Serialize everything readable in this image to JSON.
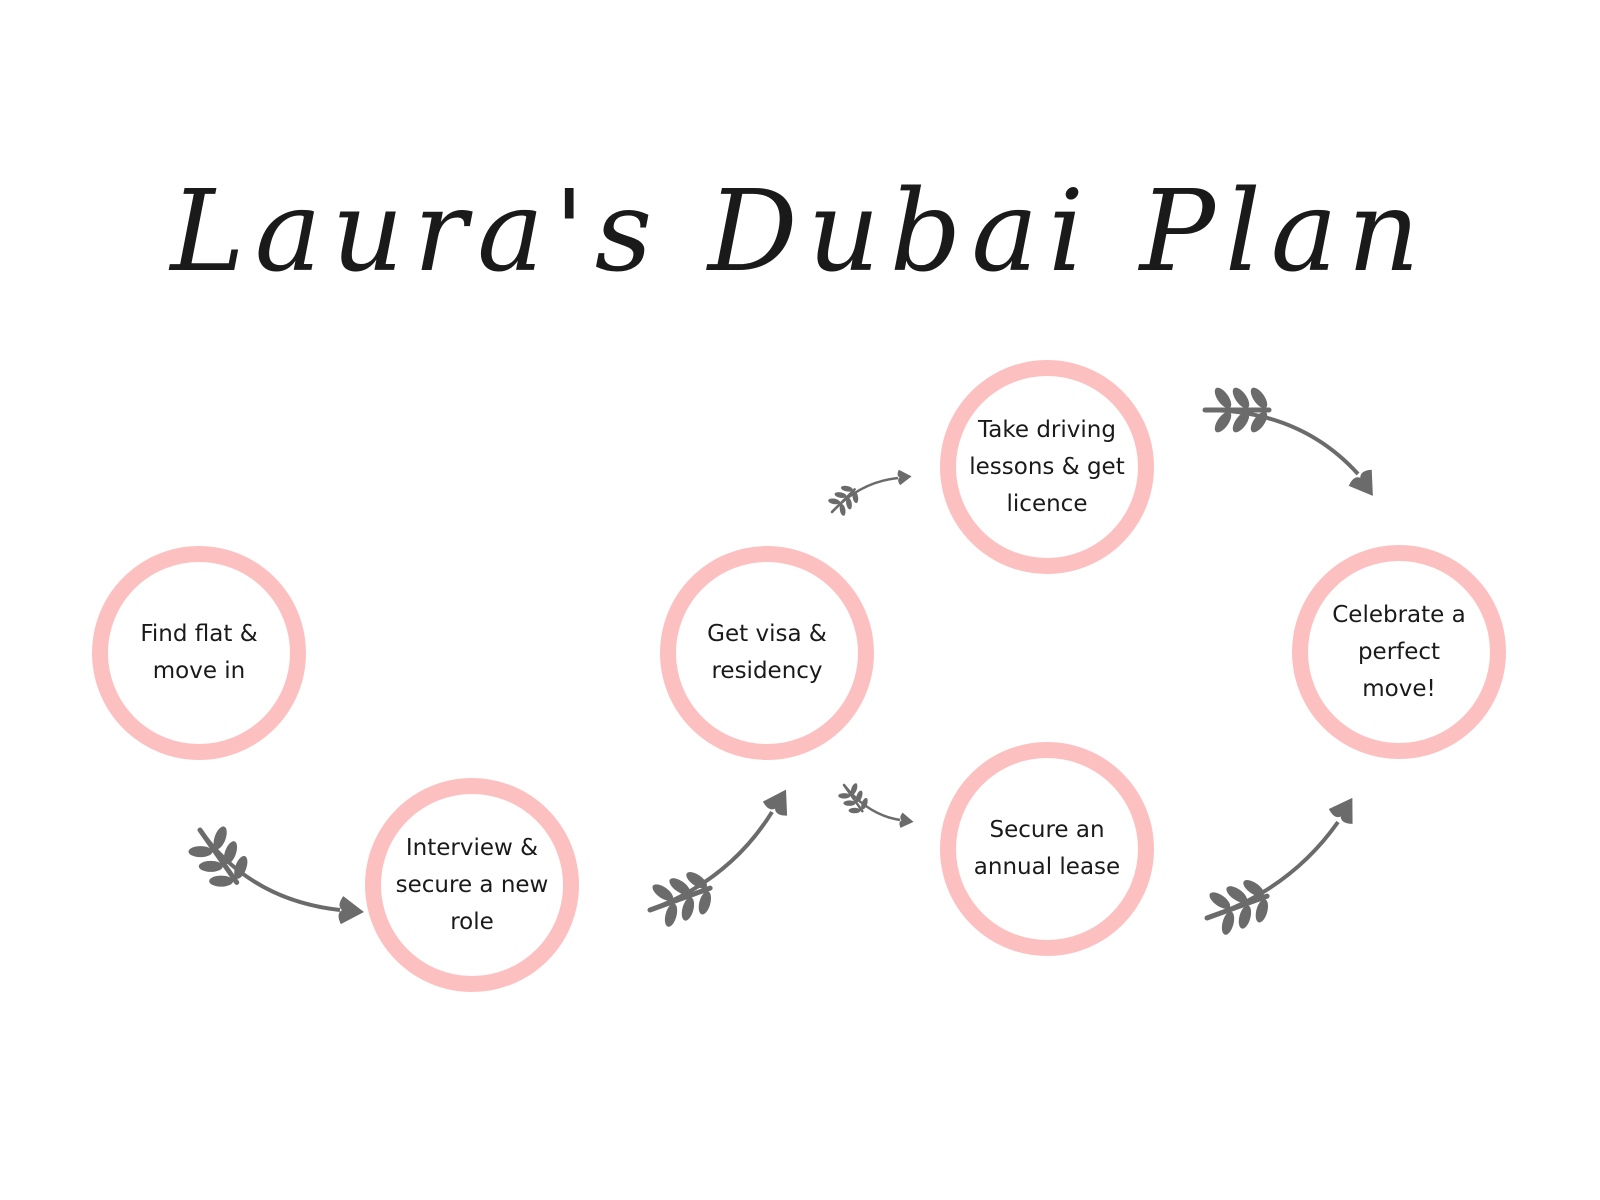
{
  "title": "Laura's Dubai Plan",
  "colors": {
    "circle_ring": "#fdc0c0",
    "arrow": "#6b6b6b",
    "text": "#1a1a1a",
    "background": "#ffffff"
  },
  "steps": [
    {
      "label": "Find flat &\nmove in"
    },
    {
      "label": "Interview &\nsecure a new\nrole"
    },
    {
      "label": "Get visa &\nresidency"
    },
    {
      "label": "Take driving\nlessons & get\nlicence"
    },
    {
      "label": "Secure an\nannual lease"
    },
    {
      "label": "Celebrate a\nperfect move!"
    }
  ],
  "connectors": [
    {
      "from": "Find flat & move in",
      "to": "Interview & secure a new role",
      "icon": "leaf-arrow-icon"
    },
    {
      "from": "Interview & secure a new role",
      "to": "Get visa & residency",
      "icon": "leaf-arrow-icon"
    },
    {
      "from": "Get visa & residency",
      "to": "Take driving lessons & get licence",
      "icon": "leaf-arrow-icon"
    },
    {
      "from": "Get visa & residency",
      "to": "Secure an annual lease",
      "icon": "leaf-arrow-icon"
    },
    {
      "from": "Take driving lessons & get licence",
      "to": "Celebrate a perfect move!",
      "icon": "leaf-arrow-icon"
    },
    {
      "from": "Secure an annual lease",
      "to": "Celebrate a perfect move!",
      "icon": "leaf-arrow-icon"
    }
  ]
}
